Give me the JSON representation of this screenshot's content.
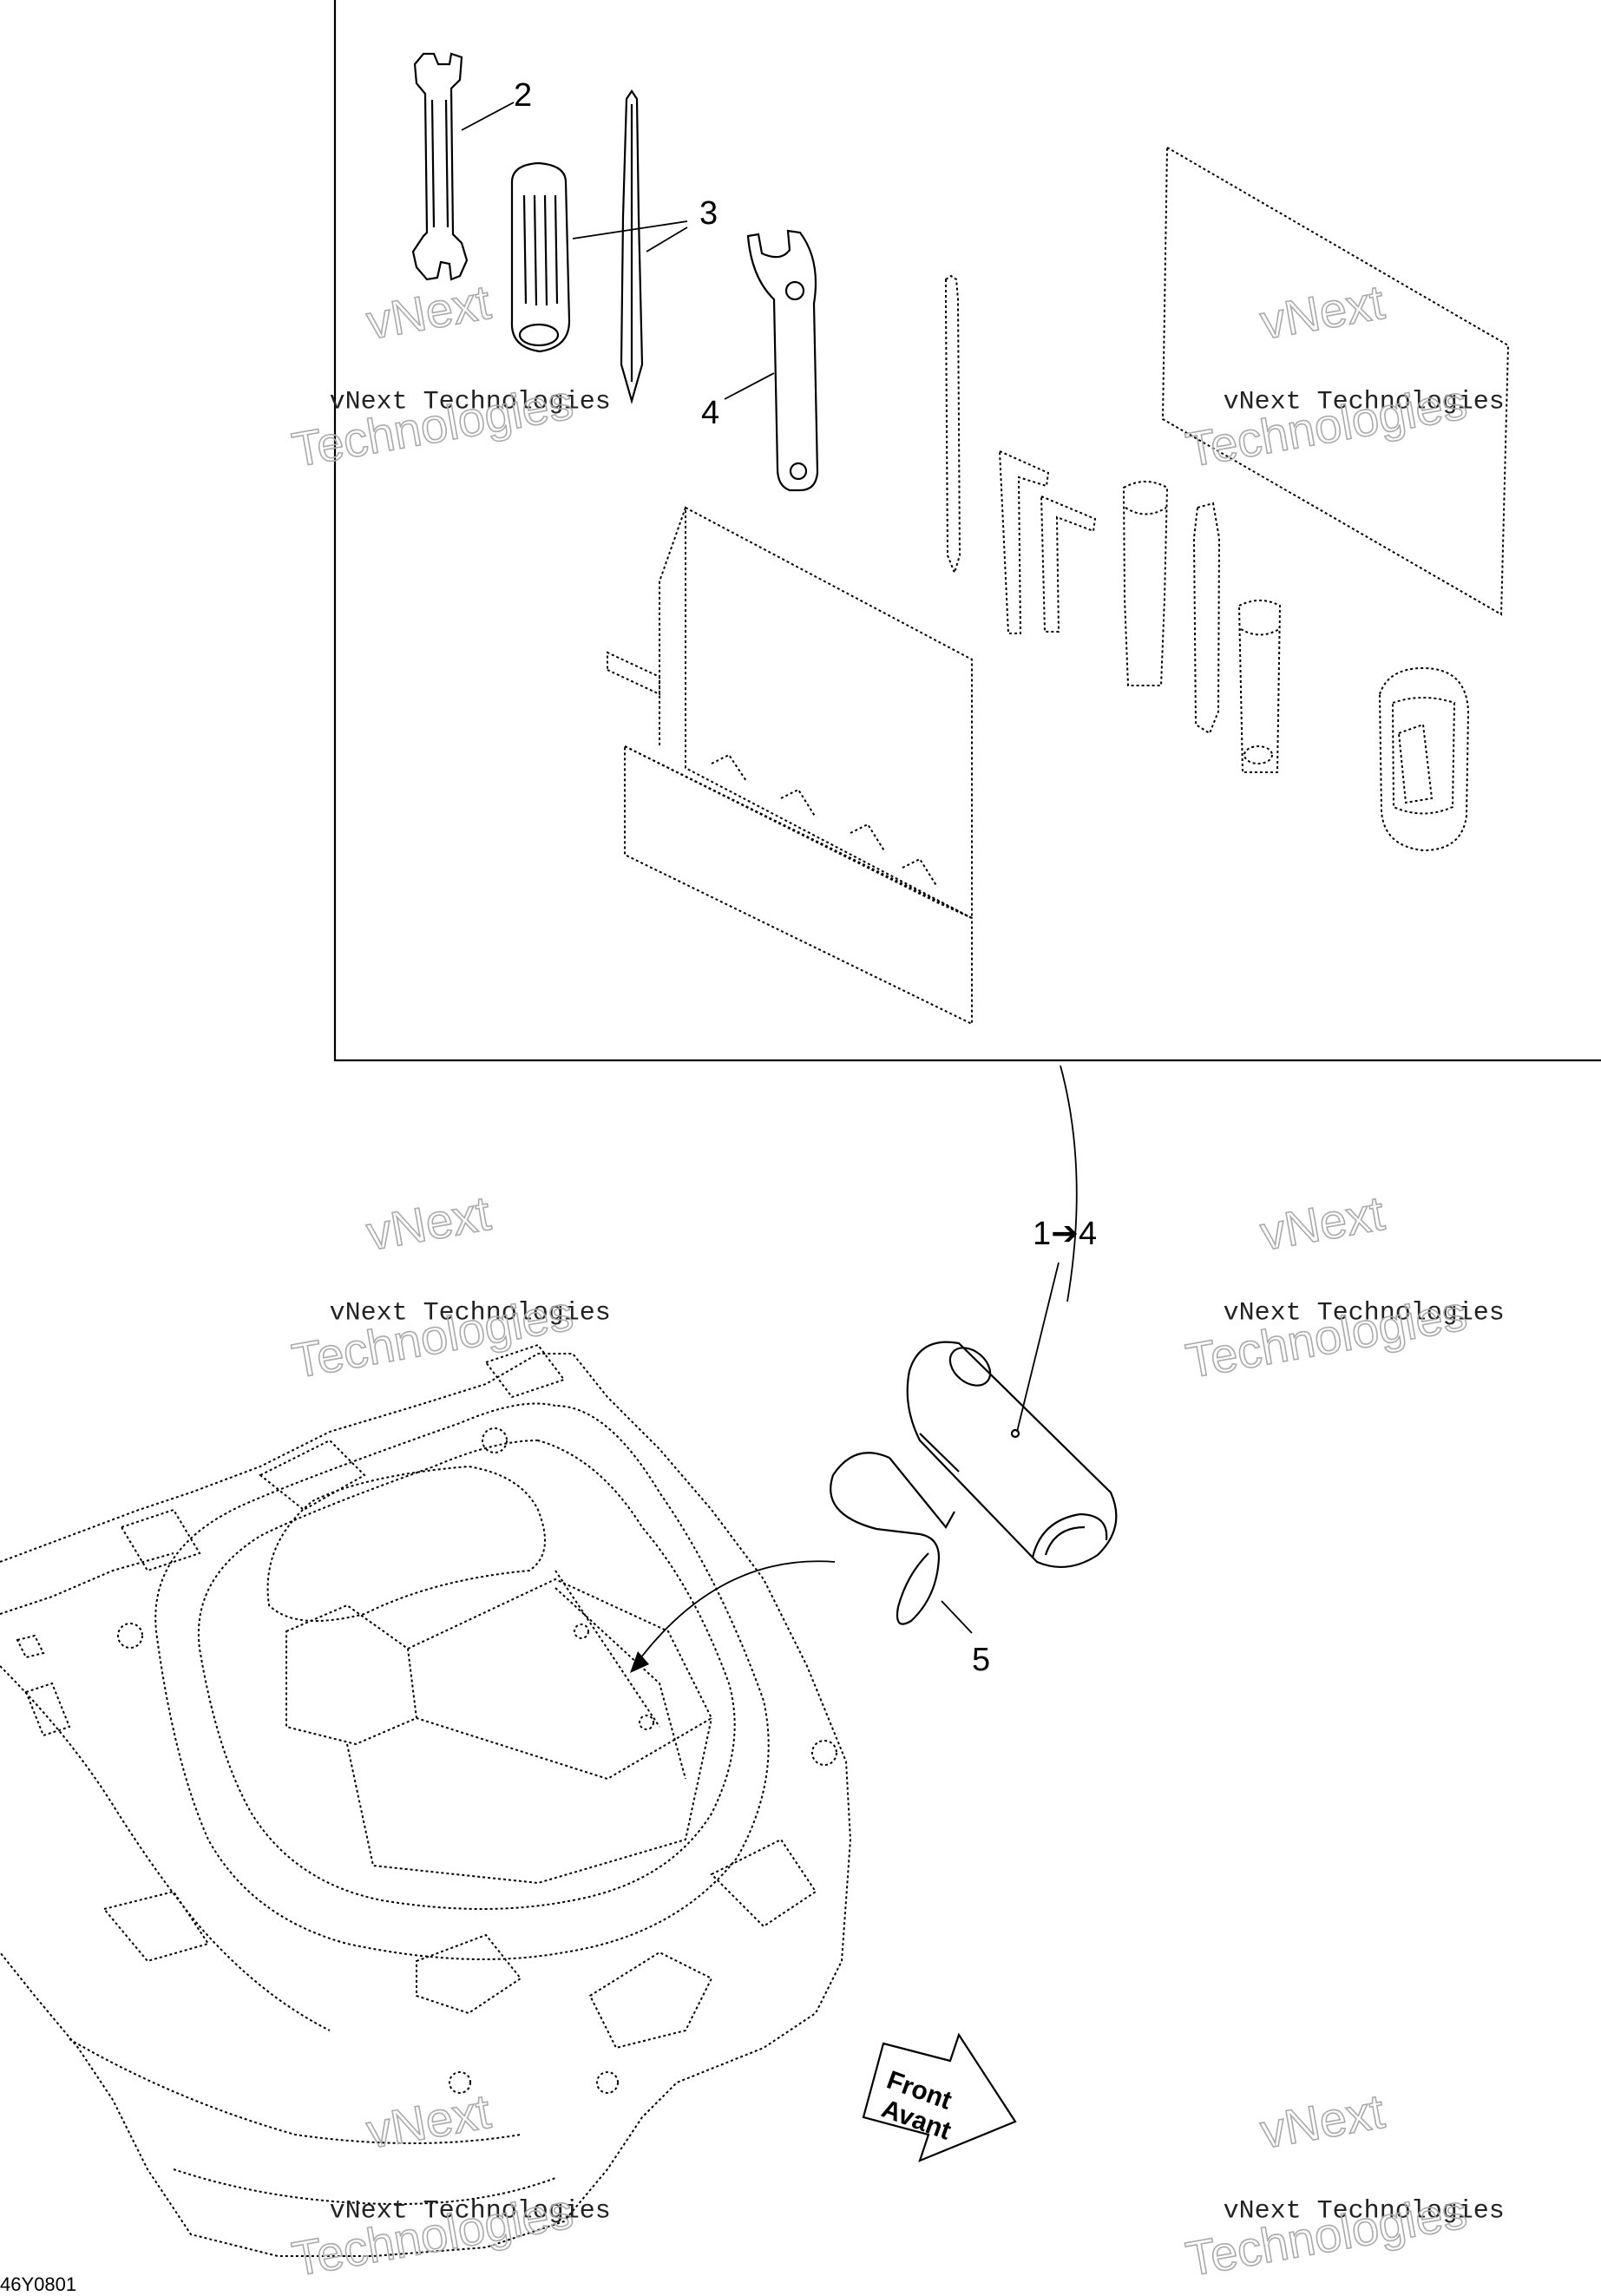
{
  "callouts": {
    "c2": "2",
    "c3": "3",
    "c4": "4",
    "c1to4": "1➔4",
    "c5": "5"
  },
  "front_arrow": {
    "line1": "Front",
    "line2": "Avant"
  },
  "figure_id": "46Y0801",
  "watermark": {
    "line1": "vNext",
    "line2": "vNext Technologies",
    "line3": "Technologies"
  }
}
